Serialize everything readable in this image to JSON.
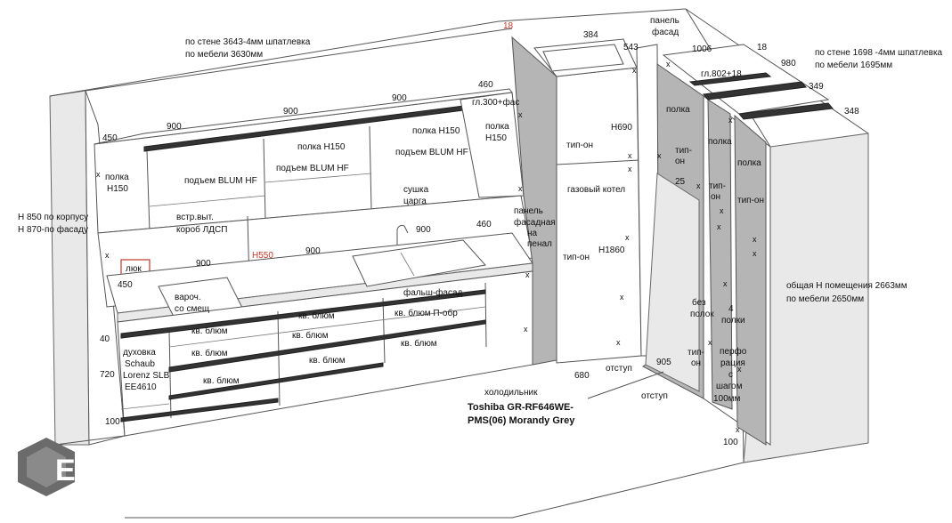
{
  "logo": {
    "text": "EVO"
  },
  "notes": {
    "wall_left": [
      "по стене 3643-4мм шпатлевка",
      "по мебели 3630мм"
    ],
    "wall_right": [
      "по стене 1698 -4мм шпатлевка",
      "по мебели 1695мм"
    ],
    "height_left": [
      "H 850 по корпусу",
      "H 870-по фасаду"
    ],
    "room_height": [
      "общая H помещения  2663мм",
      "по мебели 2650мм"
    ],
    "fridge": [
      "холодильник",
      "Toshiba GR-RF646WE-",
      "PMS(06) Morandy Grey"
    ]
  },
  "dimensions": {
    "d18_red": "18",
    "d384": "384",
    "d543": "543",
    "d1006": "1006",
    "d18": "18",
    "d980": "980",
    "d349": "349",
    "d348": "348",
    "d460_top": "460",
    "d450_top": "450",
    "d900_a": "900",
    "d900_b": "900",
    "d900_c": "900",
    "d460_mid": "460",
    "d900_mid": "900",
    "d900_ctr": "900",
    "d900_ctr2": "900",
    "h550": "H550",
    "d450_bot": "450",
    "d40": "40",
    "d720": "720",
    "d100_left": "100",
    "d680": "680",
    "d905": "905",
    "d25": "25",
    "d100_right": "100",
    "h690": "H690",
    "h1860": "H1860"
  },
  "upper_cabinets": {
    "polka_h150_1": [
      "полка",
      "H150"
    ],
    "blum_1": "подъем BLUM HF",
    "polka_h150_2": "полка H150",
    "blum_2": "подъем BLUM HF",
    "polka_h150_3": "полка H150",
    "blum_3": "подъем BLUM HF",
    "sushka": [
      "сушка",
      "царга"
    ],
    "polka_h150_4": [
      "полка",
      "H150"
    ],
    "gl300": "гл.300+фас",
    "vstr": [
      "встр.выт.",
      "короб ЛДСП"
    ]
  },
  "lower_cabinets": {
    "luk": "люк",
    "hob": [
      "вароч.",
      "со смещ"
    ],
    "oven": [
      "духовка",
      "Schaub",
      "Lorenz SLB",
      "EE4610"
    ],
    "kv_blum": [
      "кв. блюм",
      "кв. блюм",
      "кв. блюм",
      "кв. блюм",
      "кв. блюм",
      "кв. блюм",
      "кв. блюм"
    ],
    "kv_blum_p": "кв. блюм П-обр",
    "falsh": "фальш-фасад"
  },
  "tall_section": {
    "panel_fasad_top": [
      "панель",
      "фасад"
    ],
    "panel_fasadnaya": [
      "панель",
      "фасадная",
      "на",
      "пенал"
    ],
    "tip_on_1": "тип-он",
    "gas_boiler": "газовый котел",
    "tip_on_2": "тип-он",
    "otstup_1": "отступ",
    "otstup_2": "отступ",
    "polka_1": "полка",
    "tip_on_3": "тип-",
    "tip_on_3b": "он",
    "gl802": "гл.802+18",
    "polka_2": "полка",
    "tip_on_4": "тип-",
    "tip_on_4b": "он",
    "polka_3": "полка",
    "tip_on_5": "тип-он",
    "bez_polok": [
      "без",
      "полок"
    ],
    "four_shelves": [
      "4",
      "полки"
    ],
    "tip_on_6": "тип-",
    "tip_on_6b": "он",
    "perf": [
      "перфо",
      "рация",
      "с",
      "шагом",
      "100мм"
    ]
  }
}
